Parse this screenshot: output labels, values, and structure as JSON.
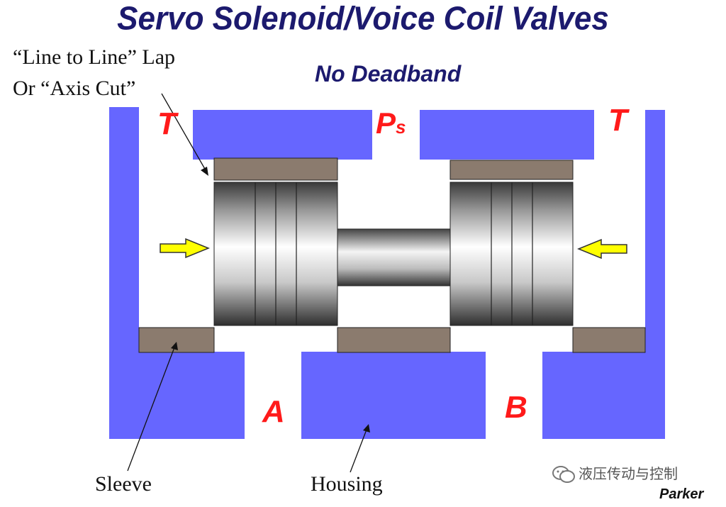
{
  "title": "Servo  Solenoid/Voice Coil Valves",
  "subtitle": "No Deadband",
  "lap_label_line1": "“Line to Line” Lap",
  "lap_label_line2": "Or “Axis Cut”",
  "ports": {
    "tank_left": "T",
    "pressure_main": "P",
    "pressure_sub": "s",
    "tank_right": "T",
    "port_a": "A",
    "port_b": "B"
  },
  "labels": {
    "sleeve": "Sleeve",
    "housing": "Housing"
  },
  "watermark": "液压传动与控制",
  "brand": "Parker",
  "colors": {
    "housing": "#6666ff",
    "sleeve": "#8b7b6e",
    "arrow": "#ffff00",
    "port_text": "#ff1a1a",
    "title": "#1c1a6e"
  }
}
